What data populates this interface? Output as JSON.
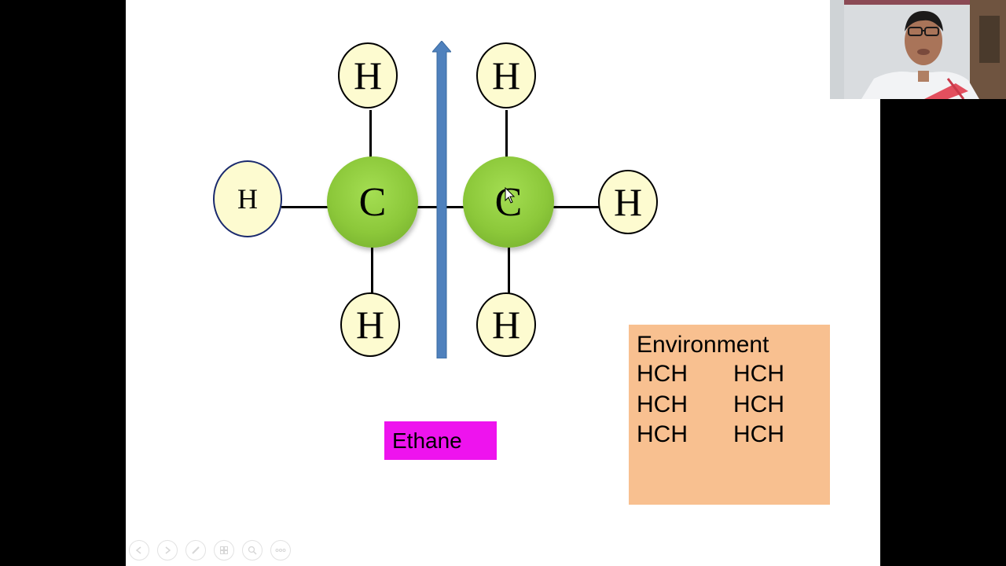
{
  "slide": {
    "atoms": {
      "h_top_left": "H",
      "h_top_right": "H",
      "h_left": "H",
      "c_left": "C",
      "c_right": "C",
      "h_right": "H",
      "h_bottom_left": "H",
      "h_bottom_right": "H"
    },
    "molecule_label": "Ethane",
    "environment": {
      "title": "Environment",
      "rows": [
        [
          "HCH",
          "HCH"
        ],
        [
          "HCH",
          "HCH"
        ],
        [
          "HCH",
          "HCH"
        ]
      ]
    }
  },
  "colors": {
    "hydrogen_fill": "#fdfbd0",
    "carbon_fill": "#8cc83a",
    "arrow": "#4f81bd",
    "label_bg": "#ee13ee",
    "environment_bg": "#f8c090"
  },
  "toolbar": {
    "icons": [
      "previous-icon",
      "next-icon",
      "pen-icon",
      "slides-grid-icon",
      "zoom-icon",
      "more-icon"
    ]
  }
}
